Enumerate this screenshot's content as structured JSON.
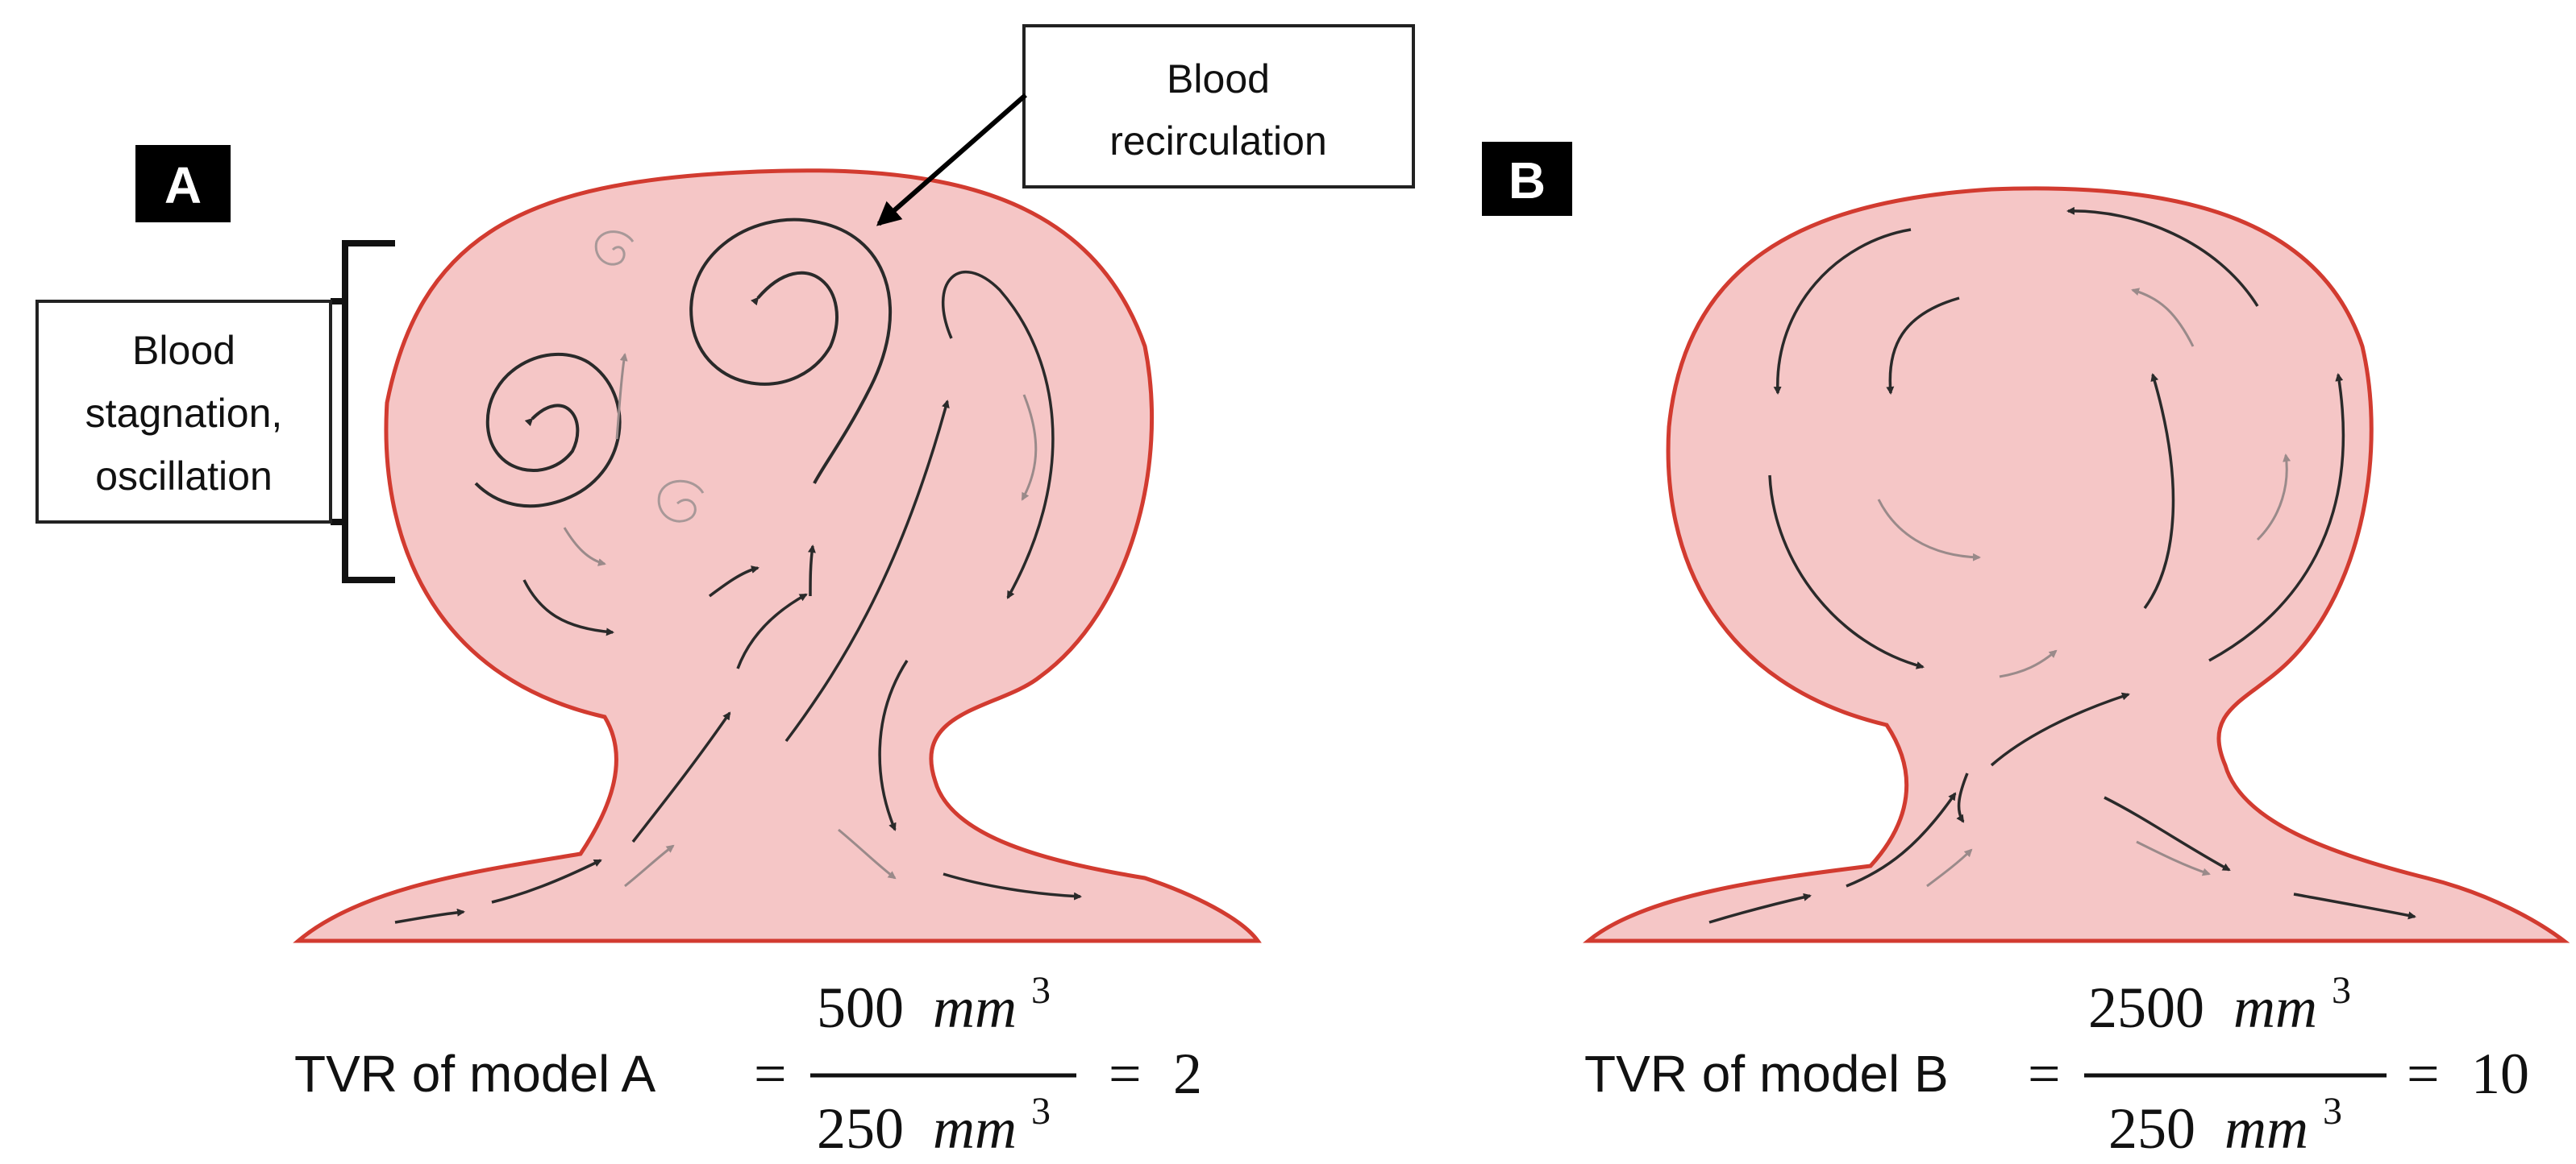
{
  "colors": {
    "sac_fill": "#f5c6c6",
    "sac_outline": "#d23b30",
    "arrow_dark": "#2a2a2a",
    "arrow_light": "#9a8a8a",
    "tag_bg": "#000000",
    "tag_text": "#ffffff"
  },
  "panels": [
    {
      "label": "A",
      "callouts": [
        {
          "lines": [
            "Blood",
            "recirculation"
          ]
        },
        {
          "lines": [
            "Blood",
            "stagnation,",
            "oscillation"
          ]
        }
      ],
      "equation": {
        "prefix": "TVR of model A",
        "num_value": "500",
        "num_unit": "mm",
        "den_value": "250",
        "den_unit": "mm",
        "exponent": "3",
        "result": "2"
      }
    },
    {
      "label": "B",
      "equation": {
        "prefix": "TVR of model B",
        "num_value": "2500",
        "num_unit": "mm",
        "den_value": "250",
        "den_unit": "mm",
        "exponent": "3",
        "result": "10"
      }
    }
  ],
  "operators": {
    "equals": "="
  }
}
